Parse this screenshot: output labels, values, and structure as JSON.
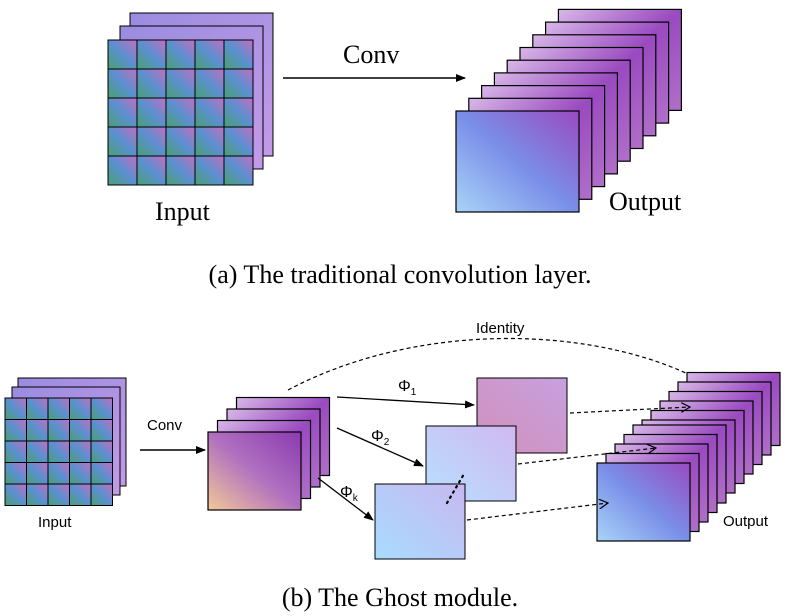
{
  "panel_a": {
    "conv_label": "Conv",
    "input_label": "Input",
    "output_label": "Output",
    "caption": "(a) The traditional convolution layer."
  },
  "panel_b": {
    "conv_label": "Conv",
    "input_label": "Input",
    "output_label": "Output",
    "identity_label": "Identity",
    "phi_symbol": "Φ",
    "phi_1_sub": "1",
    "phi_2_sub": "2",
    "phi_k_sub": "k",
    "caption": "(b) The Ghost module."
  },
  "colors": {
    "purple": "#8a3fb5",
    "magenta": "#c07fc0",
    "pink": "#d6a0c0",
    "blue": "#7db0f0",
    "light_blue": "#b9dcff",
    "teal": "#4aa0a0",
    "peach": "#f5c89a",
    "stroke": "#000000"
  }
}
